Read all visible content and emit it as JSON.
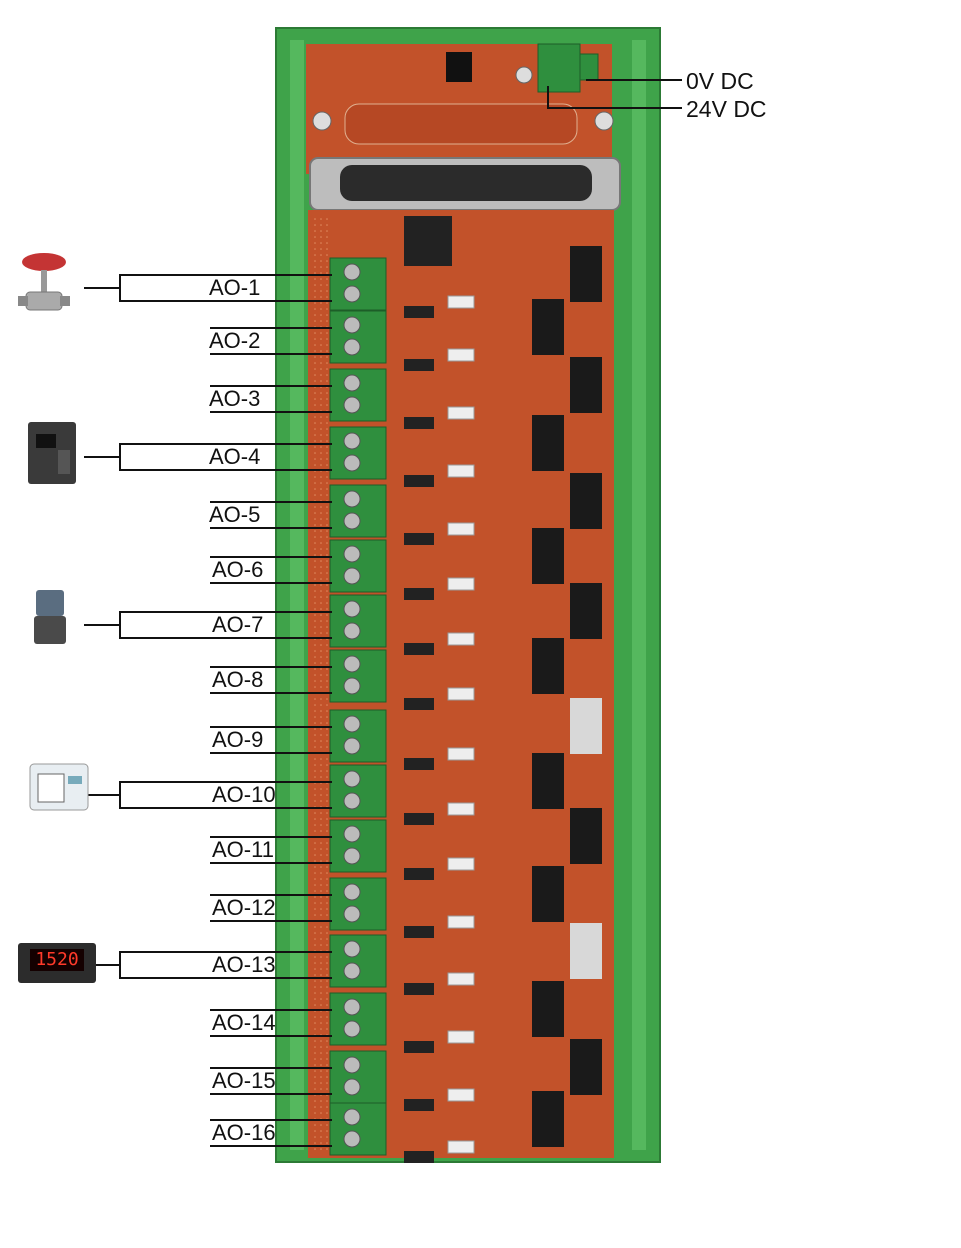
{
  "power": [
    {
      "label": "0V DC"
    },
    {
      "label": "24V DC"
    }
  ],
  "outputs": [
    {
      "label": "AO-1"
    },
    {
      "label": "AO-2"
    },
    {
      "label": "AO-3"
    },
    {
      "label": "AO-4"
    },
    {
      "label": "AO-5"
    },
    {
      "label": "AO-6"
    },
    {
      "label": "AO-7"
    },
    {
      "label": "AO-8"
    },
    {
      "label": "AO-9"
    },
    {
      "label": "AO-10"
    },
    {
      "label": "AO-11"
    },
    {
      "label": "AO-12"
    },
    {
      "label": "AO-13"
    },
    {
      "label": "AO-14"
    },
    {
      "label": "AO-15"
    },
    {
      "label": "AO-16"
    }
  ],
  "devices": [
    {
      "name": "control-valve",
      "output": "AO-1"
    },
    {
      "name": "vfd-drive",
      "output": "AO-4"
    },
    {
      "name": "ip-transducer",
      "output": "AO-7"
    },
    {
      "name": "chart-recorder",
      "output": "AO-10"
    },
    {
      "name": "panel-meter",
      "output": "AO-13",
      "display": "1520"
    }
  ],
  "colors": {
    "rail": "#3fa34a",
    "pcb": "#c2522a",
    "terminal": "#2f8f3e",
    "relay": "#1a1a1a"
  }
}
